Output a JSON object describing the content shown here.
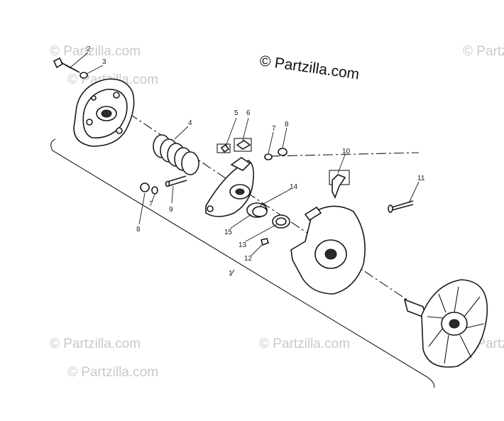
{
  "copyright": "© Partzilla.com",
  "watermark": "© Partzilla.com",
  "callouts": {
    "c1": "1",
    "c2": "2",
    "c3": "3",
    "c4": "4",
    "c5": "5",
    "c6": "6",
    "c7a": "7",
    "c7b": "7",
    "c8a": "8",
    "c8b": "8",
    "c9": "9",
    "c10": "10",
    "c11": "11",
    "c12": "12",
    "c13": "13",
    "c14": "14",
    "c15": "15"
  }
}
